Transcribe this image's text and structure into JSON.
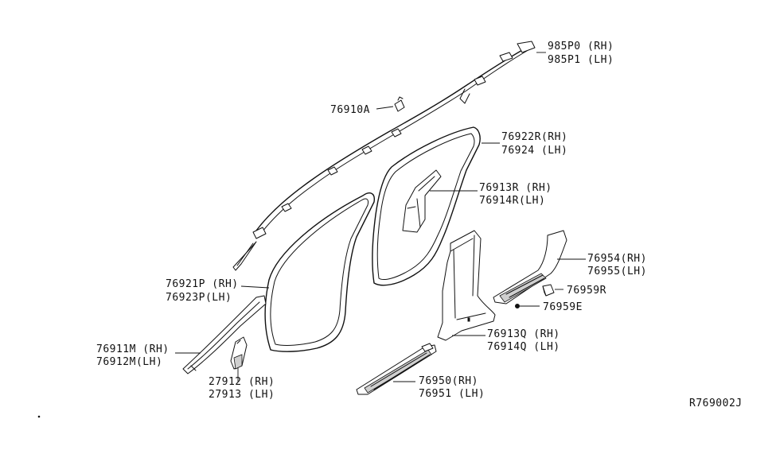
{
  "diagram_code": "R769002J",
  "callouts": [
    {
      "id": "roof-airbag",
      "lines": [
        "985P0 (RH)",
        "985P1 (LH)"
      ]
    },
    {
      "id": "clip-a",
      "lines": [
        "76910A"
      ]
    },
    {
      "id": "rear-door-weatherstrip",
      "lines": [
        "76922R(RH)",
        "76924 (LH)"
      ]
    },
    {
      "id": "rear-pillar-trim",
      "lines": [
        "76913R (RH)",
        "76914R(LH)"
      ]
    },
    {
      "id": "rear-kicking-plate",
      "lines": [
        "76954(RH)",
        "76955(LH)"
      ]
    },
    {
      "id": "clip-r",
      "lines": [
        "76959R"
      ]
    },
    {
      "id": "clip-e",
      "lines": [
        "76959E"
      ]
    },
    {
      "id": "front-door-weatherstrip",
      "lines": [
        "76921P (RH)",
        "76923P(LH)"
      ]
    },
    {
      "id": "center-pillar-trim",
      "lines": [
        "76913Q (RH)",
        "76914Q (LH)"
      ]
    },
    {
      "id": "front-pillar-garnish",
      "lines": [
        "76911M (RH)",
        "76912M(LH)"
      ]
    },
    {
      "id": "assist-grip",
      "lines": [
        "27912 (RH)",
        "27913 (LH)"
      ]
    },
    {
      "id": "front-kicking-plate",
      "lines": [
        "76950(RH)",
        "76951 (LH)"
      ]
    }
  ]
}
